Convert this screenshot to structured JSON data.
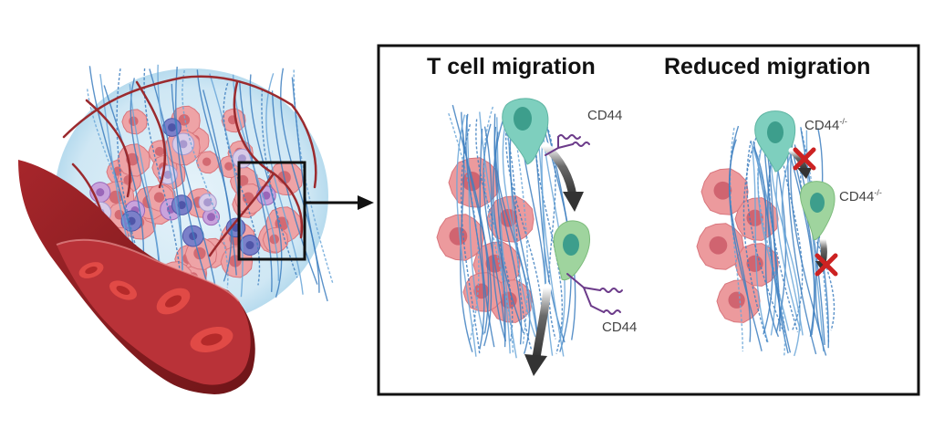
{
  "panel_left": {
    "title": "T cell migration",
    "label_top": "CD44",
    "label_bottom": "CD44"
  },
  "panel_right": {
    "title": "Reduced migration",
    "label_top_base": "CD44",
    "label_top_sup": "-/-",
    "label_mid_base": "CD44",
    "label_mid_sup": "-/-"
  },
  "colors": {
    "frame": "#111111",
    "fibers": "#3e7fc0",
    "tumor_cell": "#e88f94",
    "tumor_nucleus": "#cf5f69",
    "t_cell": "#7ecfbe",
    "t_cell_nucleus": "#3d9e8c",
    "t_cell_green": "#9fd49e",
    "receptor": "#6c3b8a",
    "arrow": "#4a4a4a",
    "block_x": "#cc2222",
    "vessel_wall": "#8e1f22",
    "vessel_inner": "#b3262c",
    "rbc": "#d63a3a",
    "tissue_halo": "#c8e4f2"
  },
  "icons": [
    "tumor-tissue",
    "blood-vessel",
    "red-blood-cell",
    "collagen-fibers",
    "t-cell",
    "cd44-receptor",
    "blocked-x-icon",
    "zoom-arrow-icon"
  ]
}
